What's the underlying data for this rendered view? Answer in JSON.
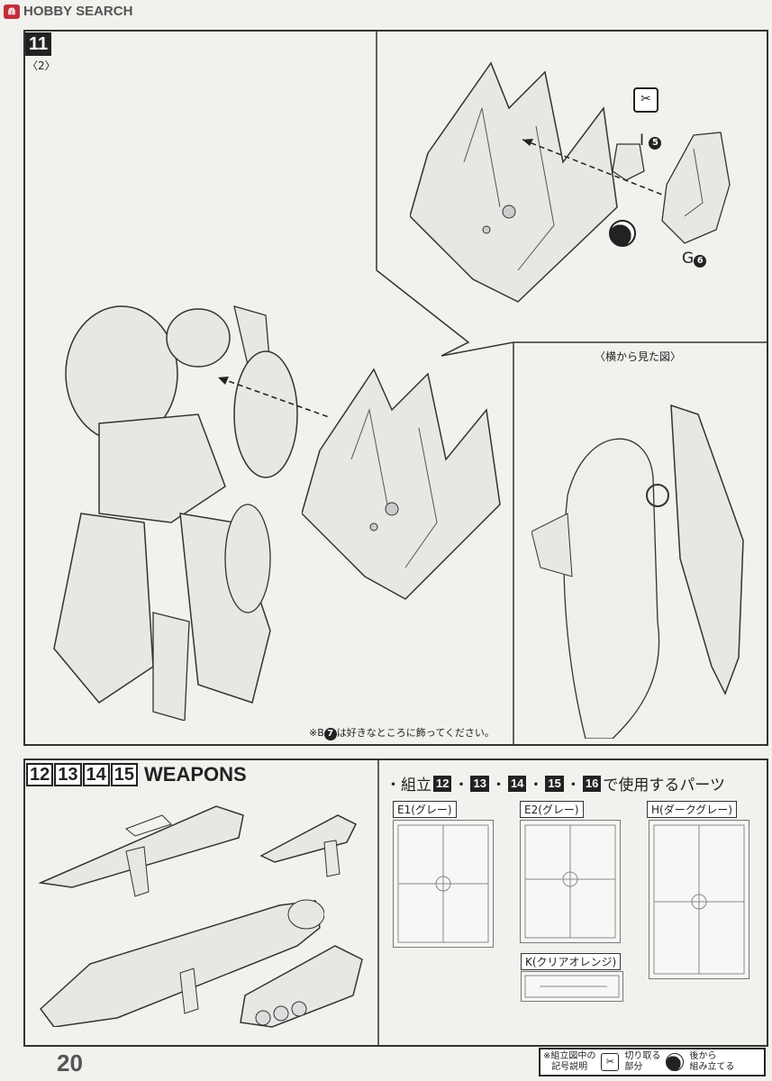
{
  "header": {
    "logo_text": "HOBBY SEARCH"
  },
  "step11": {
    "number": "11",
    "sub": "〈2〉",
    "part_I_letter": "I",
    "part_I_num": "5",
    "part_G_letter": "G",
    "part_G_num": "6",
    "side_view_label": "〈横から見た図〉",
    "note_prefix": "※B",
    "note_num": "7",
    "note_suffix": "は好きなところに飾ってください。"
  },
  "weapons": {
    "steps": [
      "12",
      "13",
      "14",
      "15"
    ],
    "title": "WEAPONS",
    "parts_prefix": "・組立",
    "parts_steps": [
      "12",
      "13",
      "14",
      "15",
      "16"
    ],
    "parts_sep": "・",
    "parts_suffix": "で使用するパーツ",
    "runners": [
      {
        "label": "E1(グレー)"
      },
      {
        "label": "E2(グレー)"
      },
      {
        "label": "H(ダークグレー)"
      },
      {
        "label": "K(クリアオレンジ)"
      }
    ]
  },
  "footer": {
    "page_number": "20",
    "legend_title_1": "※組立図中の",
    "legend_title_2": "記号説明",
    "legend_cut_1": "切り取る",
    "legend_cut_2": "部分",
    "legend_later_1": "後から",
    "legend_later_2": "組み立てる"
  }
}
